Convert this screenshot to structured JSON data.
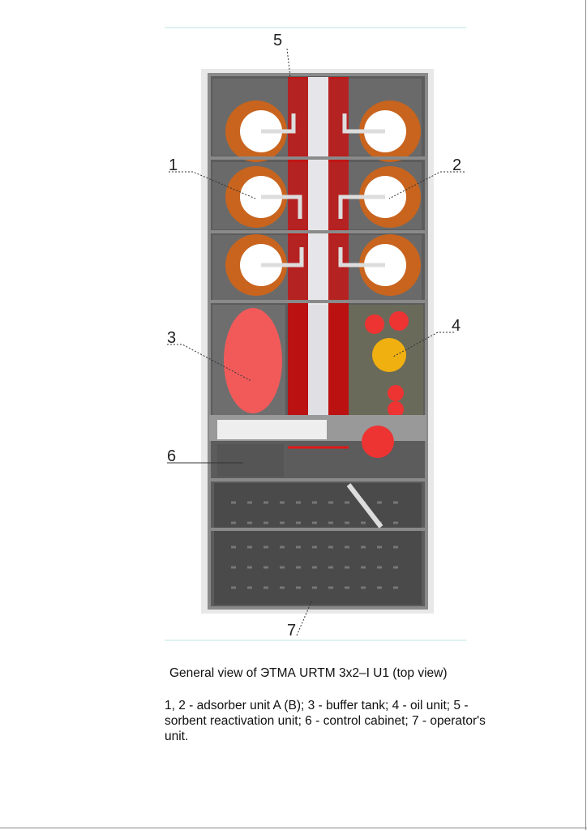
{
  "figure": {
    "callouts": [
      "1",
      "2",
      "3",
      "4",
      "5",
      "6",
      "7"
    ],
    "colors": {
      "adsorber": "#c8641e",
      "tank": "#f25a5a",
      "oil": "#f0b010",
      "frame": "#7a7a7a",
      "pipe": "#e01818"
    }
  },
  "caption": "General view of ЭТМА URTM 3x2–I U1 (top view)",
  "legend": "1, 2 - adsorber unit A (B); 3 - buffer tank; 4 - oil unit; 5 - sorbent  reactivation unit; 6 - control cabinet; 7 - operator's unit."
}
